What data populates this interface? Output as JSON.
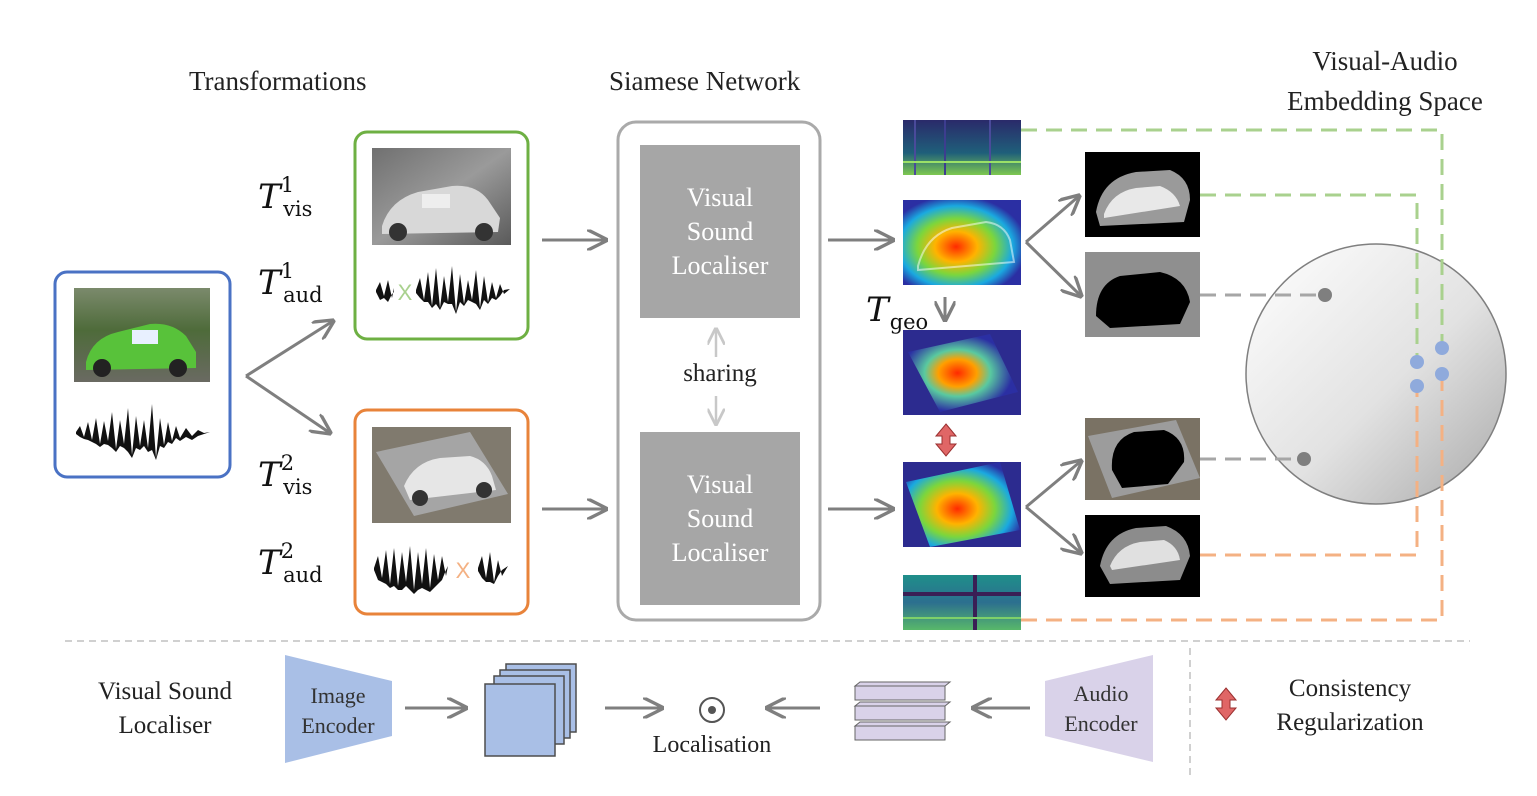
{
  "headings": {
    "transformations": "Transformations",
    "siamese": "Siamese Network",
    "embedding_line1": "Visual-Audio",
    "embedding_line2": "Embedding Space"
  },
  "transforms": {
    "vis1": {
      "symbol": "T",
      "sub": "vis",
      "sup": "1"
    },
    "aud1": {
      "symbol": "T",
      "sub": "aud",
      "sup": "1"
    },
    "vis2": {
      "symbol": "T",
      "sub": "vis",
      "sup": "2"
    },
    "aud2": {
      "symbol": "T",
      "sub": "aud",
      "sup": "2"
    },
    "geo": {
      "symbol": "T",
      "sub": "geo"
    }
  },
  "localiser": {
    "top_line1": "Visual",
    "top_line2": "Sound",
    "top_line3": "Localiser",
    "bottom_line1": "Visual",
    "bottom_line2": "Sound",
    "bottom_line3": "Localiser"
  },
  "sharing": "sharing",
  "cut_mark": "X",
  "legend": {
    "vsl_line1": "Visual Sound",
    "vsl_line2": "Localiser",
    "image_encoder_line1": "Image",
    "image_encoder_line2": "Encoder",
    "localisation": "Localisation",
    "audio_encoder_line1": "Audio",
    "audio_encoder_line2": "Encoder",
    "consistency_line1": "Consistency",
    "consistency_line2": "Regularization"
  },
  "colors": {
    "original_border": "#4a72c4",
    "view1_border": "#6eb043",
    "view2_border": "#e8833a",
    "network_border": "#aaaaaa",
    "localiser_fill": "#a6a6a6",
    "arrow": "#7f7f7f",
    "green_dash": "#a9d18e",
    "orange_dash": "#f4b183",
    "embedding_dot": "#8faadc",
    "image_encoder_fill": "#a9bfe6",
    "audio_encoder_fill": "#d9d2e9",
    "consistency_arrow": "#e06666"
  }
}
